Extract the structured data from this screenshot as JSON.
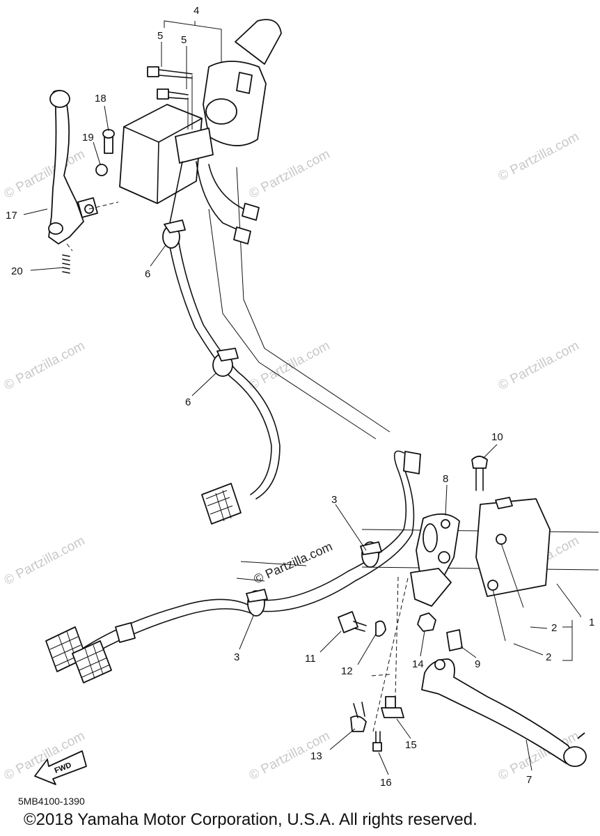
{
  "diagram_code": "5MB4100-1390",
  "copyright": "©2018 Yamaha Motor Corporation, U.S.A. All rights reserved.",
  "watermark": "© Partzilla.com",
  "watermark_center": "© Partzilla.com",
  "direction_label": "FWD",
  "callouts": {
    "c1": "1",
    "c2a": "2",
    "c2b": "2",
    "c3a": "3",
    "c3b": "3",
    "c4": "4",
    "c5a": "5",
    "c5b": "5",
    "c6a": "6",
    "c6b": "6",
    "c7": "7",
    "c8": "8",
    "c9": "9",
    "c10": "10",
    "c11": "11",
    "c12": "12",
    "c13": "13",
    "c14": "14",
    "c15": "15",
    "c16": "16",
    "c17": "17",
    "c18": "18",
    "c19": "19",
    "c20": "20"
  },
  "colors": {
    "line": "#111111",
    "watermark": "#c8c8c8"
  }
}
